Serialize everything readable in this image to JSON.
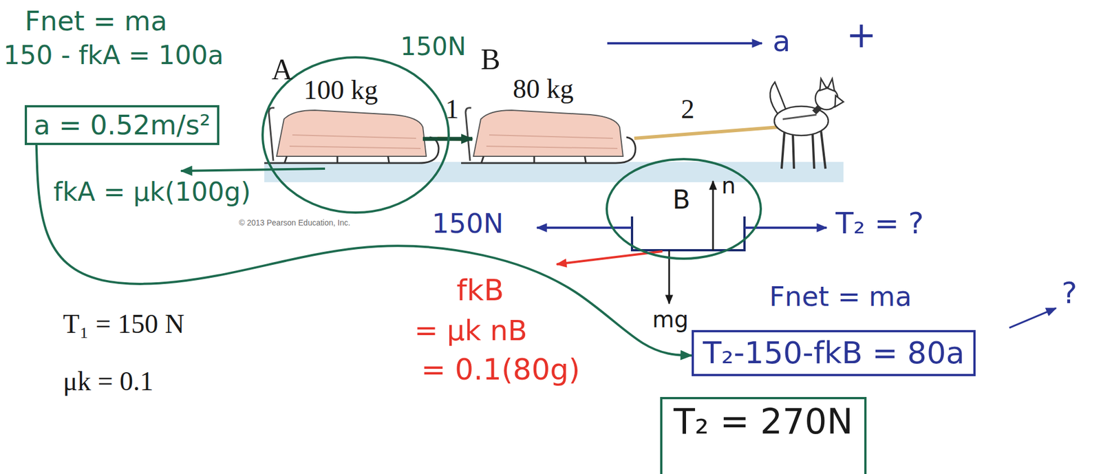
{
  "diagram": {
    "nodes": [
      {
        "text": [
          "A",
          "100 kg"
        ]
      },
      {
        "text": [
          "a = 0.52m/s²"
        ]
      },
      {
        "text": [
          "B",
          "n"
        ]
      },
      {
        "text": [
          "T₂-150-fkB = 80a"
        ]
      },
      {
        "text": [
          "T₂ = 270N"
        ]
      }
    ],
    "edges": [
      {
        "from": 1,
        "to": 3,
        "arrow": "to"
      }
    ],
    "labels": [
      "Fnet = ma",
      "150 - fkA = 100a",
      "150N",
      "B",
      "1",
      "80 kg",
      "2",
      "a",
      "+",
      "fkA = μk(100g)",
      "© 2013 Pearson Education, Inc.",
      "150N",
      "T₂ = ?",
      "mg",
      "fkB",
      "= μk nB",
      "= 0.1(80g)",
      "Fnet = ma",
      "?",
      "T₁ = 150 N",
      "μk = 0.1"
    ]
  }
}
